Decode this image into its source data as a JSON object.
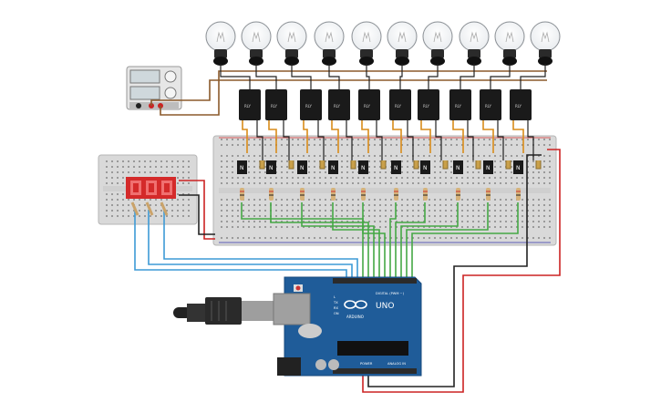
{
  "board": {
    "brand": "ARDUINO",
    "model": "UNO",
    "digital_label": "DIGITAL (PWM ~)",
    "analog_label": "ANALOG IN",
    "power_label": "POWER",
    "tx_label": "TX",
    "rx_label": "RX",
    "on_label": "ON",
    "l_label": "L"
  },
  "relay_text": "RLY",
  "transistor_text": "N",
  "colors": {
    "breadboard": "#d9d9d9",
    "arduino": "#1f5c99",
    "relay": "#1a1a1a",
    "wire_green": "#45a845",
    "wire_orange": "#d98c1a",
    "wire_red": "#cc2222",
    "wire_black": "#222222",
    "wire_brown": "#8b5a2b",
    "wire_blue": "#3d9ad6",
    "display_segment": "#e03030"
  }
}
